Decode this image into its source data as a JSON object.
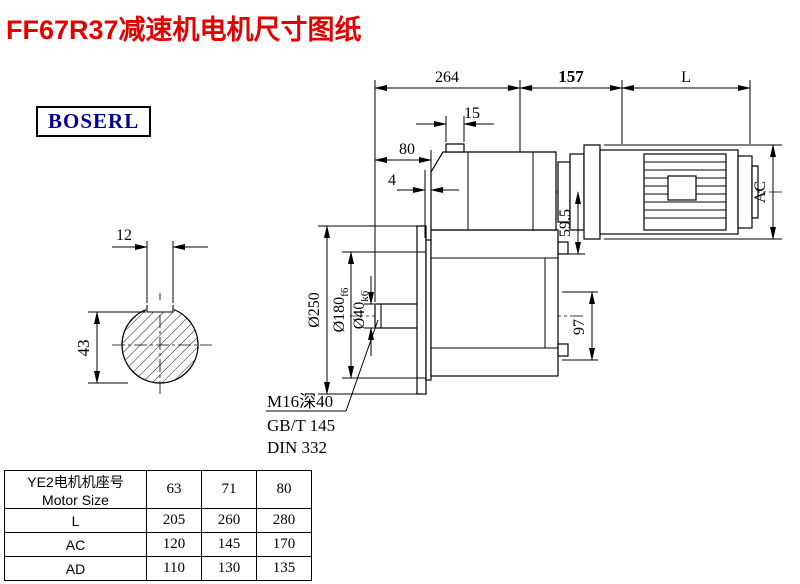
{
  "title": "FF67R37减速机电机尺寸图纸",
  "brand": "BOSERL",
  "dims": {
    "d264": "264",
    "d157": "157",
    "dL": "L",
    "d15": "15",
    "d80": "80",
    "d4": "4",
    "dAC": "AC",
    "d59_5": "59.5",
    "d97": "97",
    "d12": "12",
    "d43": "43",
    "dia250": "Ø250",
    "dia180_main": "Ø180",
    "dia180_tol": "f6",
    "dia40_main": "Ø40",
    "dia40_tol": "k6"
  },
  "annotations": {
    "thread": "M16深40",
    "standard_gb": "GB/T 145",
    "standard_din": "DIN 332"
  },
  "table": {
    "header_cn": "YE2电机机座号",
    "header_en": "Motor Size",
    "sizes": [
      "63",
      "71",
      "80"
    ],
    "rows": [
      {
        "label": "L",
        "values": [
          "205",
          "260",
          "280"
        ]
      },
      {
        "label": "AC",
        "values": [
          "120",
          "145",
          "170"
        ]
      },
      {
        "label": "AD",
        "values": [
          "110",
          "130",
          "135"
        ]
      }
    ]
  }
}
